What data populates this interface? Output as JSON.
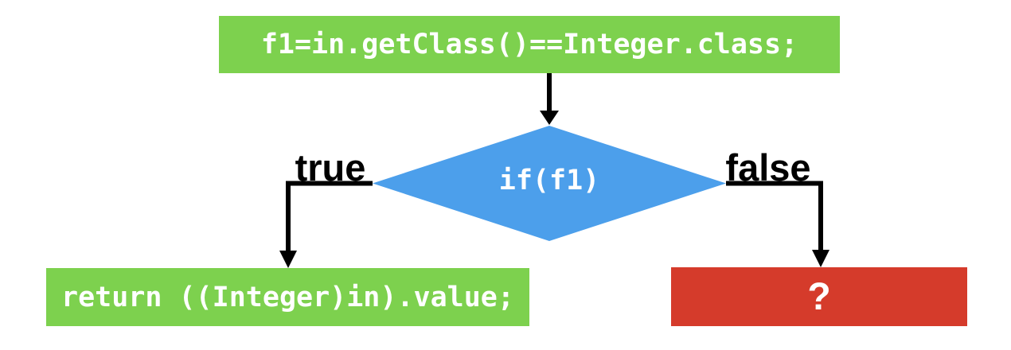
{
  "colors": {
    "process": "#7DD14E",
    "decision": "#4C9FEB",
    "error": "#D53B2B",
    "connector": "#000000",
    "node_text": "#FFFFFF",
    "label_text": "#000000",
    "background": "#FFFFFF"
  },
  "nodes": {
    "assign": {
      "label": "f1=in.getClass()==Integer.class;",
      "shape": "rectangle",
      "color": "#7DD14E"
    },
    "decision": {
      "label": "if(f1)",
      "shape": "diamond",
      "color": "#4C9FEB"
    },
    "return_true": {
      "label": "return ((Integer)in).value;",
      "shape": "rectangle",
      "color": "#7DD14E"
    },
    "unknown_false": {
      "label": "?",
      "shape": "rectangle",
      "color": "#D53B2B"
    }
  },
  "branches": {
    "true_label": "true",
    "false_label": "false"
  },
  "edges": [
    {
      "from": "assign",
      "to": "decision",
      "label": ""
    },
    {
      "from": "decision",
      "to": "return_true",
      "label": "true"
    },
    {
      "from": "decision",
      "to": "unknown_false",
      "label": "false"
    }
  ]
}
